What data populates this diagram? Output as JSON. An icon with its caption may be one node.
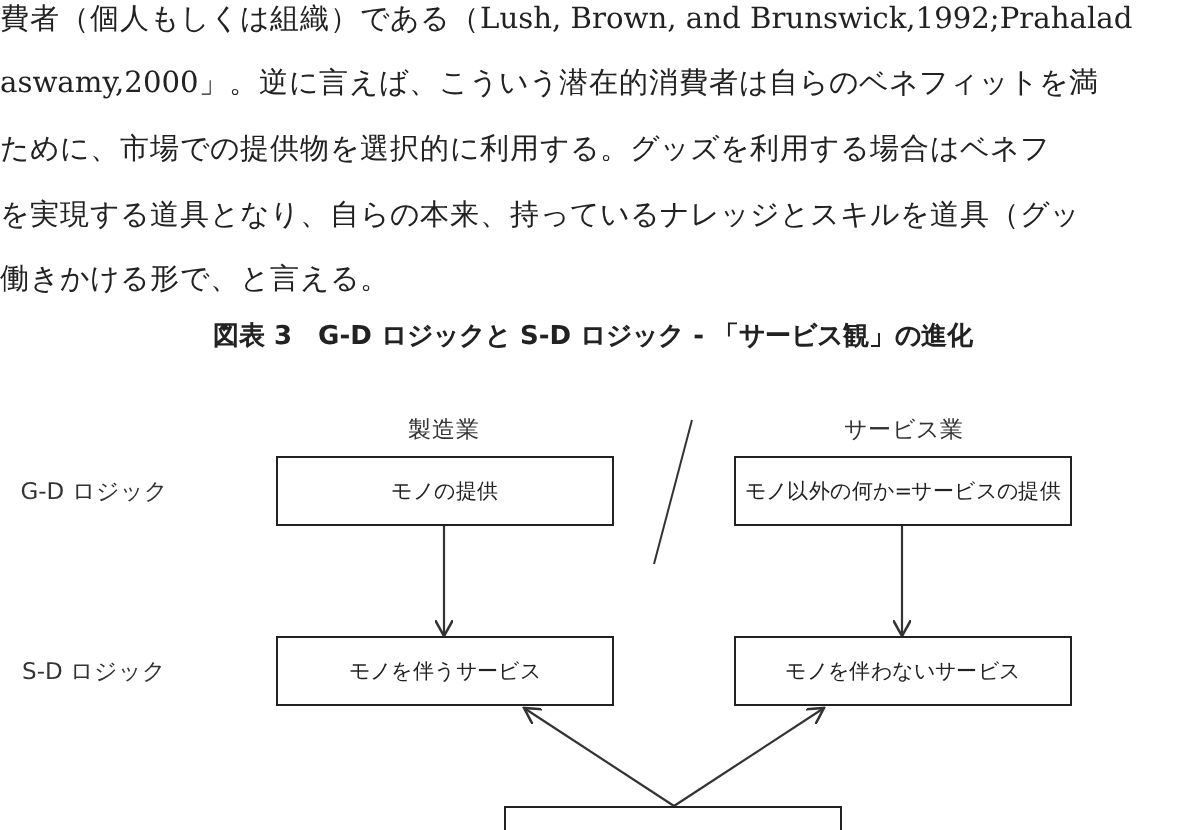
{
  "diagram": {
    "title": "図表 3　G-D ロジックと S-D ロジック - 「サービス観」の進化",
    "nodes": [
      {
        "text": [
          "モノの提供"
        ]
      },
      {
        "text": [
          "モノ以外の何か=サービスの提供"
        ]
      },
      {
        "text": [
          "モノを伴うサービス"
        ]
      },
      {
        "text": [
          "モノを伴わないサービス"
        ]
      },
      {
        "text": [],
        "shape": "box"
      }
    ],
    "edges": [
      {
        "from": 0,
        "to": 2,
        "arrow": "to"
      },
      {
        "from": 1,
        "to": 3,
        "arrow": "to"
      },
      {
        "from": 4,
        "to": 2,
        "arrow": "to"
      },
      {
        "from": 4,
        "to": 3,
        "arrow": "to"
      }
    ],
    "labels": [
      "費者（個人もしくは組織）である（Lush, Brown, and Brunswick,1992;Prahalad",
      "aswamy,2000」。逆に言えば、こういう潜在的消費者は自らのベネフィットを満",
      "ために、市場での提供物を選択的に利用する。グッズを利用する場合はベネフ",
      "を実現する道具となり、自らの本来、持っているナレッジとスキルを道具（グッ",
      "働きかける形で、と言える。",
      "製造業",
      "サービス業",
      "G-D ロジック",
      "S-D ロジック"
    ]
  }
}
